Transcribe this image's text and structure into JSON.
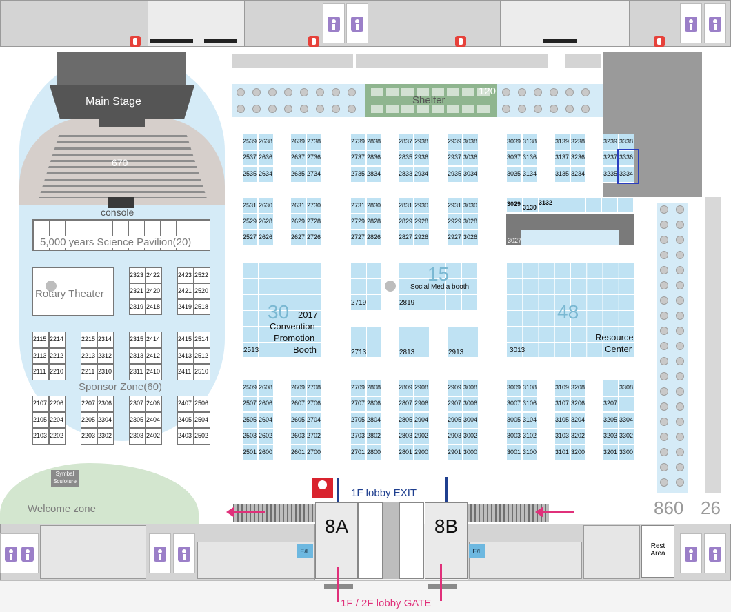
{
  "stage": {
    "title": "Main Stage",
    "seats": "670",
    "console": "console"
  },
  "pavilion": {
    "title": "5,000 years Science Pavilion(20)"
  },
  "theater": {
    "title": "Rotary Theater"
  },
  "sponsor": {
    "title": "Sponsor Zone(60)"
  },
  "shelter": {
    "title": "Shelter",
    "count": "120"
  },
  "convention": {
    "count": "30",
    "line1": "2017",
    "line2": "Convention",
    "line3": "Promotion",
    "line4": "Booth"
  },
  "social": {
    "count": "15",
    "title": "Social Media booth"
  },
  "resource": {
    "count": "48",
    "line1": "Resource",
    "line2": "Center"
  },
  "right_counts": {
    "a": "860",
    "b": "26"
  },
  "lobby": {
    "exit": "1F lobby EXIT",
    "gate": "1F / 2F lobby GATE",
    "hall_a": "8A",
    "hall_b": "8B",
    "el": "E/L"
  },
  "welcome": {
    "title": "Welcome zone",
    "symbol_line1": "Symbal",
    "symbol_line2": "Sculoture"
  },
  "rest": {
    "line1": "Rest",
    "line2": "Area"
  },
  "booths": {
    "sponsor_rows": [
      [
        "2323",
        "2422",
        "2423",
        "2522"
      ],
      [
        "2321",
        "2420",
        "2421",
        "2520"
      ],
      [
        "2319",
        "2418",
        "2419",
        "2518"
      ]
    ],
    "sponsor_grid": [
      [
        "2115",
        "2214",
        "2215",
        "2314",
        "2315",
        "2414",
        "2415",
        "2514"
      ],
      [
        "2113",
        "2212",
        "2213",
        "2312",
        "2313",
        "2412",
        "2413",
        "2512"
      ],
      [
        "2111",
        "2210",
        "2211",
        "2310",
        "2311",
        "2410",
        "2411",
        "2510"
      ],
      [
        "2107",
        "2206",
        "2207",
        "2306",
        "2307",
        "2406",
        "2407",
        "2506"
      ],
      [
        "2105",
        "2204",
        "2205",
        "2304",
        "2305",
        "2404",
        "2405",
        "2504"
      ],
      [
        "2103",
        "2202",
        "2203",
        "2302",
        "2303",
        "2402",
        "2403",
        "2502"
      ]
    ],
    "top_rows": [
      [
        "2539",
        "2638",
        "2639",
        "2738",
        "2739",
        "2838",
        "2837",
        "2938",
        "2939",
        "3038",
        "3039",
        "3138",
        "3139",
        "3238",
        "3239",
        "3338"
      ],
      [
        "2537",
        "2636",
        "2637",
        "2736",
        "2737",
        "2836",
        "2835",
        "2936",
        "2937",
        "3036",
        "3037",
        "3136",
        "3137",
        "3236",
        "3237",
        "3336"
      ],
      [
        "2535",
        "2634",
        "2635",
        "2734",
        "2735",
        "2834",
        "2833",
        "2934",
        "2935",
        "3034",
        "3035",
        "3134",
        "3135",
        "3234",
        "3235",
        "3334"
      ]
    ],
    "mid_rows": [
      [
        "2531",
        "2630",
        "2631",
        "2730",
        "2731",
        "2830",
        "2831",
        "2930",
        "2931",
        "3030"
      ],
      [
        "2529",
        "2628",
        "2629",
        "2728",
        "2729",
        "2828",
        "2829",
        "2928",
        "2929",
        "3028"
      ],
      [
        "2527",
        "2626",
        "2627",
        "2726",
        "2727",
        "2826",
        "2827",
        "2926",
        "2927",
        "3026"
      ]
    ],
    "mid_right": {
      "a": "3029",
      "b": "3130",
      "c": "3132",
      "d": "3027"
    },
    "zone_labels": {
      "a": "2719",
      "b": "2819",
      "c": "2513",
      "d": "2713",
      "e": "2813",
      "f": "2913",
      "g": "3013"
    },
    "bottom_rows": [
      [
        "2509",
        "2608",
        "2609",
        "2708",
        "2709",
        "2808",
        "2809",
        "2908",
        "2909",
        "3008",
        "3009",
        "3108",
        "3109",
        "3208",
        "",
        "3308"
      ],
      [
        "2507",
        "2606",
        "2607",
        "2706",
        "2707",
        "2806",
        "2807",
        "2906",
        "2907",
        "3006",
        "3007",
        "3106",
        "3107",
        "3206",
        "3207",
        ""
      ],
      [
        "2505",
        "2604",
        "2605",
        "2704",
        "2705",
        "2804",
        "2805",
        "2904",
        "2905",
        "3004",
        "3005",
        "3104",
        "3105",
        "3204",
        "3205",
        "3304"
      ],
      [
        "2503",
        "2602",
        "2603",
        "2702",
        "2703",
        "2802",
        "2803",
        "2902",
        "2903",
        "3002",
        "3003",
        "3102",
        "3103",
        "3202",
        "3203",
        "3302"
      ],
      [
        "2501",
        "2600",
        "2601",
        "2700",
        "2701",
        "2800",
        "2801",
        "2900",
        "2901",
        "3000",
        "3001",
        "3100",
        "3101",
        "3200",
        "3201",
        "3300"
      ]
    ]
  },
  "colors": {
    "booth": "#bfe2f3",
    "zone": "#d5ebf7",
    "accent": "#2a3ec0",
    "arrow_pink": "#e0307a",
    "arrow_blue": "#1f3f8f"
  }
}
